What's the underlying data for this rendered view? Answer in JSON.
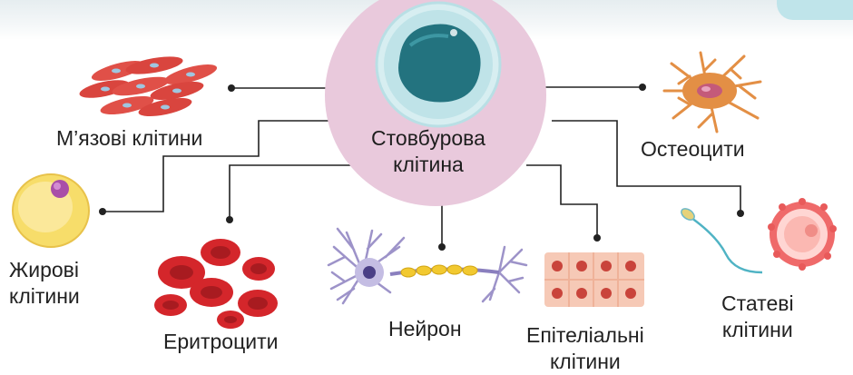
{
  "diagram": {
    "center": {
      "label": "Стовбурова\nклітина"
    },
    "cells": {
      "muscle": "М’язові клітини",
      "fat": "Жирові\nклітини",
      "rbc": "Еритроцити",
      "neuron": "Нейрон",
      "epithelial": "Епітеліальні\nклітини",
      "osteocytes": "Остеоцити",
      "germ": "Статеві\nклітини"
    }
  },
  "colors": {
    "center_disc": "#e9c9dc",
    "stem_cell": "#23737f",
    "connector": "#222222",
    "rbc": "#d4262b",
    "muscle": "#e05048",
    "fat": "#f7dd6a",
    "neuron": "#7a6fae",
    "epithelial": "#e8836b",
    "osteocyte": "#e38f45",
    "germ": "#f07d7d"
  }
}
